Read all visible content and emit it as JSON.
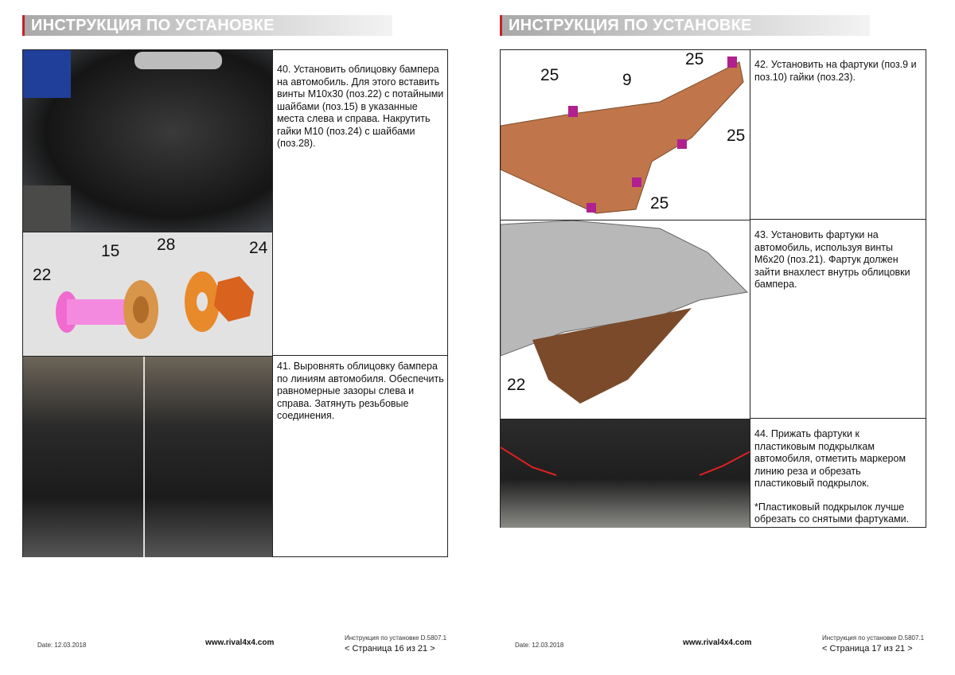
{
  "pages": [
    {
      "header": "ИНСТРУКЦИЯ ПО УСТАНОВКЕ",
      "steps": [
        {
          "text": "40. Установить облицовку бампера на автомобиль. Для этого вставить винты М10х30 (поз.22) с потайными шайбами (поз.15) в указанные места слева и справа. Накрутить гайки М10 (поз.24) с шайбами (поз.28)."
        },
        {
          "text": "41. Выровнять облицовку бампера по линиям автомобиля. Обеспечить равномерные зазоры слева и справа. Затянуть резьбовые соединения."
        }
      ],
      "callouts": [
        "22",
        "15",
        "28",
        "24"
      ],
      "footer": {
        "date": "Date: 12.03.2018",
        "url": "www.rival4x4.com",
        "doc": "Инструкция по установке D.5807.1",
        "page": "< Страница 16 из 21 >"
      }
    },
    {
      "header": "ИНСТРУКЦИЯ ПО УСТАНОВКЕ",
      "steps": [
        {
          "text": "42. Установить на фартуки (поз.9 и поз.10) гайки (поз.23)."
        },
        {
          "text": "43. Установить фартуки на автомобиль, используя винты М6х20 (поз.21). Фартук должен зайти внахлест внутрь облицовки бампера."
        },
        {
          "text": "44. Прижать фартуки к пластиковым подкрылкам автомобиля, отметить маркером линию реза и обрезать пластиковый подкрылок.",
          "note": "*Пластиковый подкрылок лучше обрезать со снятыми фартуками."
        }
      ],
      "callouts": [
        "25",
        "25",
        "9",
        "25",
        "25",
        "22"
      ],
      "footer": {
        "date": "Date: 12.03.2018",
        "url": "www.rival4x4.com",
        "doc": "Инструкция по установке D.5807.1",
        "page": "< Страница 17 из 21 >"
      }
    }
  ]
}
